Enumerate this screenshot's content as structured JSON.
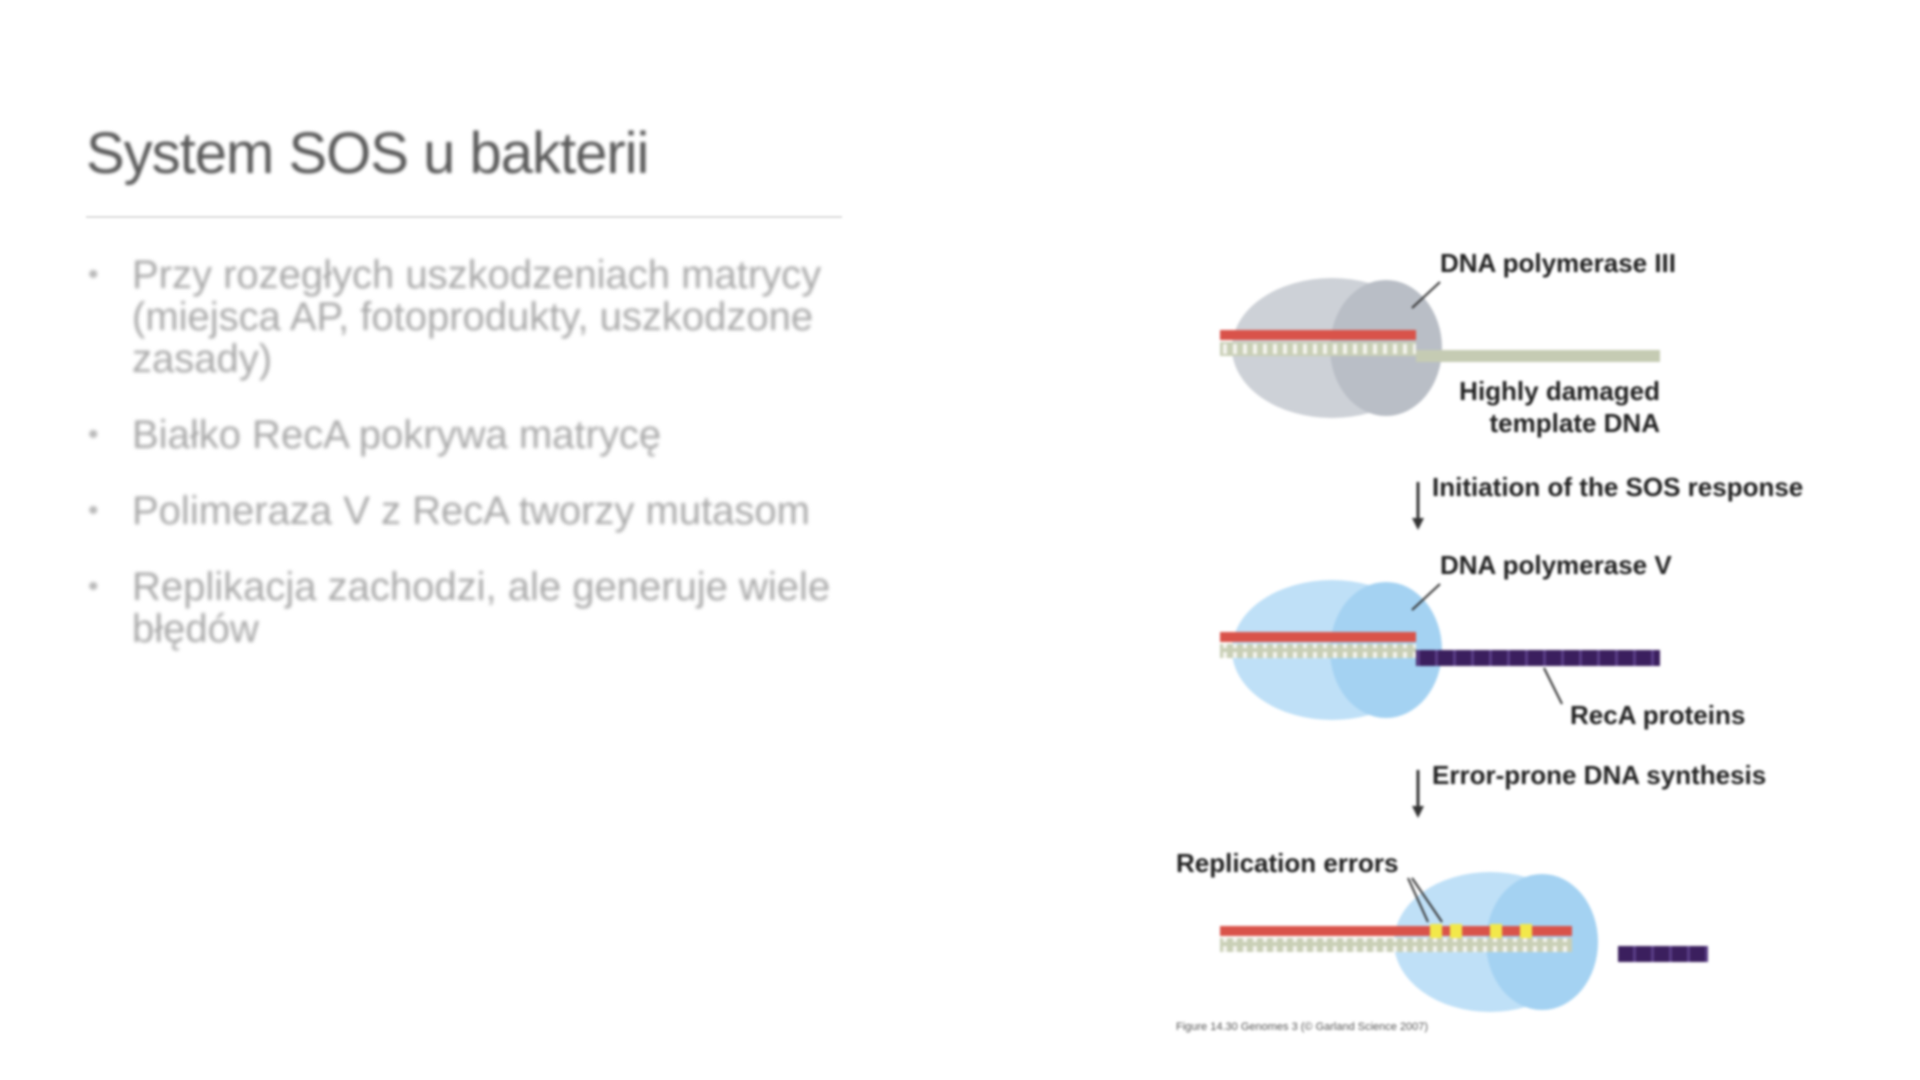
{
  "slide": {
    "title": "System SOS u bakterii",
    "bullets": [
      {
        "text": "Przy rozegłych uszkodzeniach matrycy (miejsca AP, fotoprodukty, uszkodzone zasady)"
      },
      {
        "text": "Białko RecA pokrywa matrycę"
      },
      {
        "text": "Polimeraza V z RecA tworzy mutasom"
      },
      {
        "text": "Replikacja zachodzi, ale generuje wiele błędów"
      }
    ],
    "bullet_symbol": "•"
  },
  "figure": {
    "labels": {
      "pol3": "DNA polymerase III",
      "damaged_line1": "Highly damaged",
      "damaged_line2": "template DNA",
      "step1": "Initiation of the SOS response",
      "pol5": "DNA polymerase V",
      "reca": "RecA proteins",
      "step2": "Error-prone DNA synthesis",
      "errors": "Replication errors"
    },
    "caption": "Figure 14.30 Genomes 3 (© Garland Science 2007)",
    "colors": {
      "new_strand": "#d9534a",
      "template": "#b9c2a3",
      "pol3": "#c8ccd2",
      "pol5": "#a9d4f2",
      "reca": "#3b1f5e",
      "error": "#f2e84a"
    }
  }
}
